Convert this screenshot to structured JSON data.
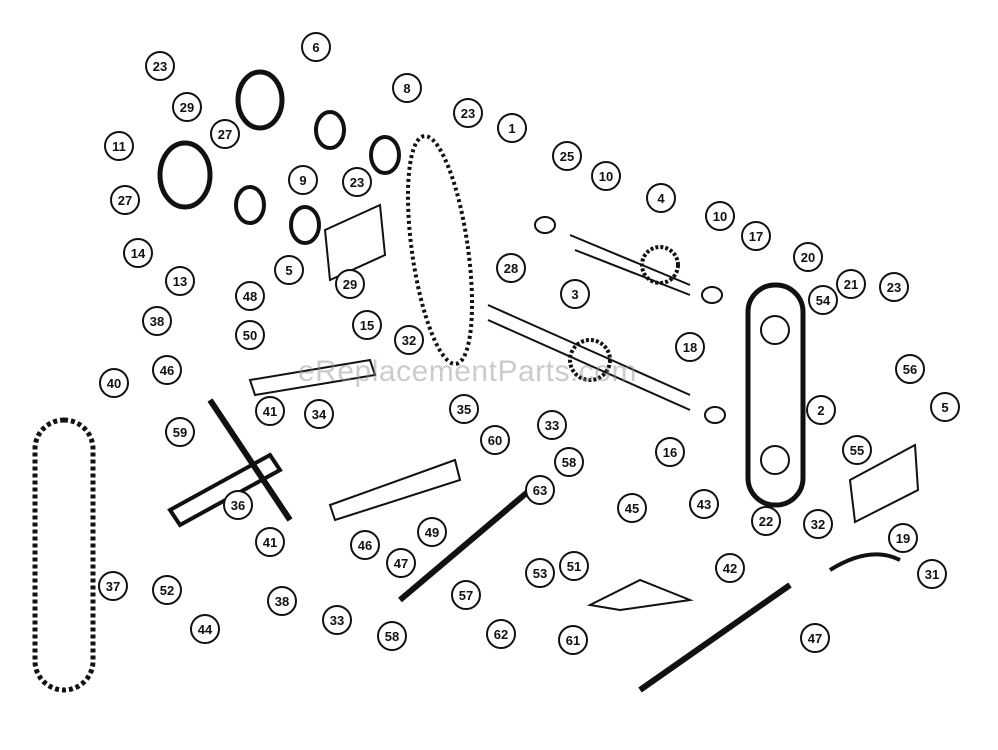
{
  "diagram": {
    "watermark": "eReplacementParts.com",
    "callouts": [
      "23",
      "6",
      "8",
      "29",
      "27",
      "23",
      "1",
      "11",
      "9",
      "23",
      "25",
      "10",
      "27",
      "4",
      "10",
      "17",
      "14",
      "13",
      "5",
      "29",
      "28",
      "3",
      "20",
      "21",
      "23",
      "54",
      "48",
      "15",
      "32",
      "38",
      "50",
      "18",
      "46",
      "40",
      "56",
      "41",
      "34",
      "35",
      "5",
      "2",
      "59",
      "33",
      "60",
      "16",
      "55",
      "58",
      "63",
      "36",
      "49",
      "22",
      "45",
      "43",
      "32",
      "19",
      "41",
      "46",
      "51",
      "37",
      "52",
      "53",
      "42",
      "47",
      "31",
      "38",
      "33",
      "57",
      "44",
      "58",
      "62",
      "61",
      "47"
    ]
  }
}
